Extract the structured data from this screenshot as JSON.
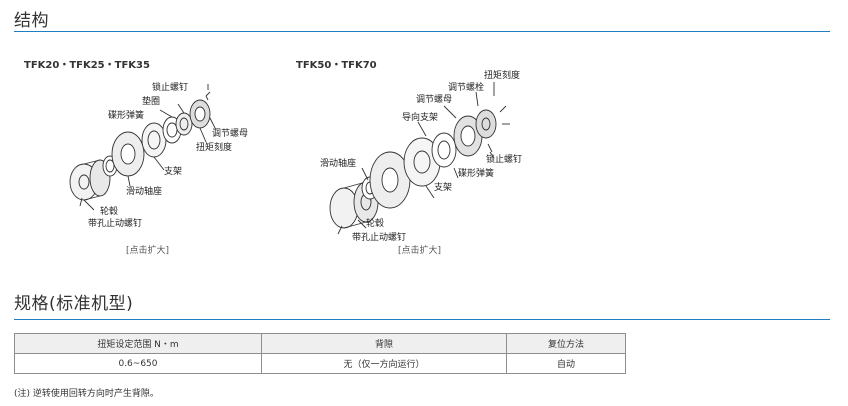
{
  "structure": {
    "title": "结构",
    "left": {
      "model": "TFK20・TFK25・TFK35",
      "callouts": {
        "lock_screw": "锁止螺钉",
        "washer": "垫圈",
        "disc_spring": "碟形弹簧",
        "adjust_nut": "调节螺母",
        "torque_scale": "扭矩刻度",
        "bracket": "支架",
        "sliding_seat": "滑动轴座",
        "hub": "轮毂",
        "hub_set_screw": "带孔止动螺钉"
      },
      "enlarge": "[点击扩大]"
    },
    "right": {
      "model": "TFK50・TFK70",
      "callouts": {
        "torque_scale": "扭矩刻度",
        "adjust_bolt": "调节螺栓",
        "adjust_nut": "调节螺母",
        "guide_bracket": "导向支架",
        "lock_screw": "锁止螺钉",
        "sliding_seat": "滑动轴座",
        "disc_spring": "碟形弹簧",
        "bracket": "支架",
        "hub": "轮毂",
        "hub_set_screw": "带孔止动螺钉"
      },
      "enlarge": "[点击扩大]"
    }
  },
  "spec": {
    "title": "规格(标准机型)",
    "headers": [
      "扭矩设定范围 N・m",
      "背隙",
      "复位方法"
    ],
    "rows": [
      [
        "0.6~650",
        "无（仅一方向运行）",
        "自动"
      ]
    ],
    "note": "(注) 逆转使用回转方向时产生背隙。"
  },
  "colors": {
    "accent_rule": "#1f7fc2",
    "table_header_bg": "#efefef"
  }
}
